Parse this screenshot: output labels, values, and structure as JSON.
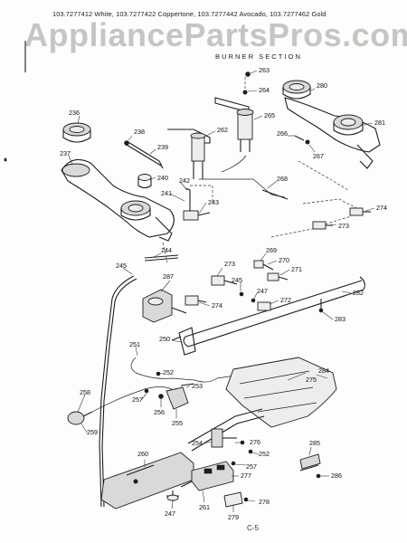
{
  "header": {
    "models": "103.7277412 White, 103.7277422 Coppertone, 103.7277442 Avocado, 103.7277462 Gold",
    "section_title": "BURNER SECTION"
  },
  "watermark": "AppliancePartsPros.com",
  "page_number": "C-5",
  "callouts": [
    "236",
    "237",
    "238",
    "239",
    "240",
    "241",
    "242",
    "243",
    "244",
    "245",
    "245",
    "247",
    "247",
    "250",
    "251",
    "252",
    "252",
    "253",
    "254",
    "255",
    "256",
    "257",
    "257",
    "258",
    "259",
    "260",
    "261",
    "262",
    "263",
    "264",
    "265",
    "266",
    "267",
    "268",
    "269",
    "270",
    "271",
    "272",
    "273",
    "273",
    "274",
    "274",
    "275",
    "276",
    "277",
    "278",
    "279",
    "280",
    "281",
    "282",
    "283",
    "284",
    "285",
    "286",
    "287"
  ]
}
